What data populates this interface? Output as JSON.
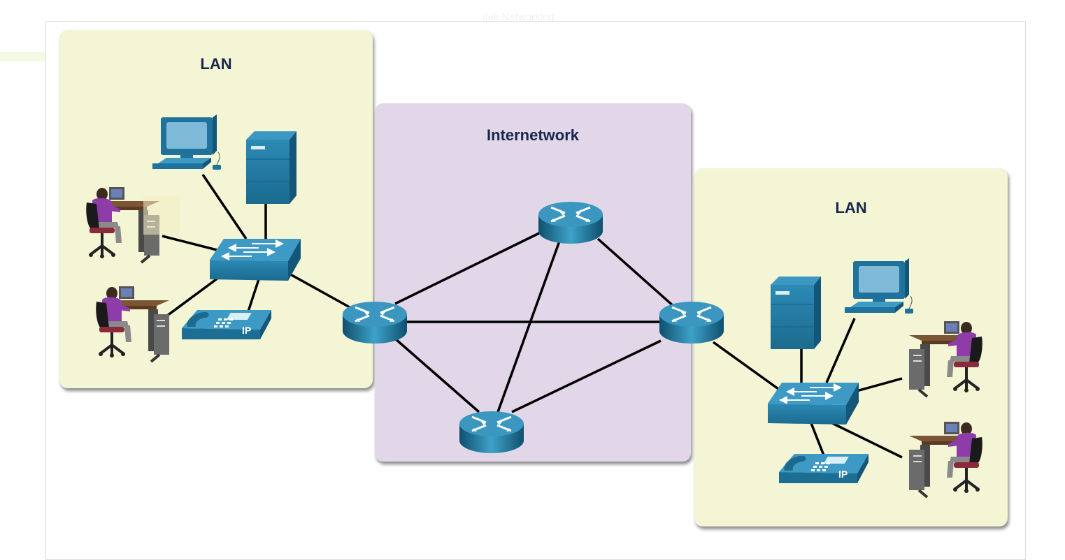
{
  "header": {
    "watermark": "ılıılı Networking"
  },
  "zones": {
    "lan_left": {
      "label": "LAN"
    },
    "internetwork": {
      "label": "Internetwork"
    },
    "lan_right": {
      "label": "LAN"
    }
  },
  "devices": {
    "ip_phone_label": "IP"
  },
  "colors": {
    "lan_fill": "#f3f5d5",
    "internetwork_fill": "#e1d7e8",
    "device_blue": "#2a7fa9",
    "label_navy": "#18264a",
    "link": "#000000"
  }
}
